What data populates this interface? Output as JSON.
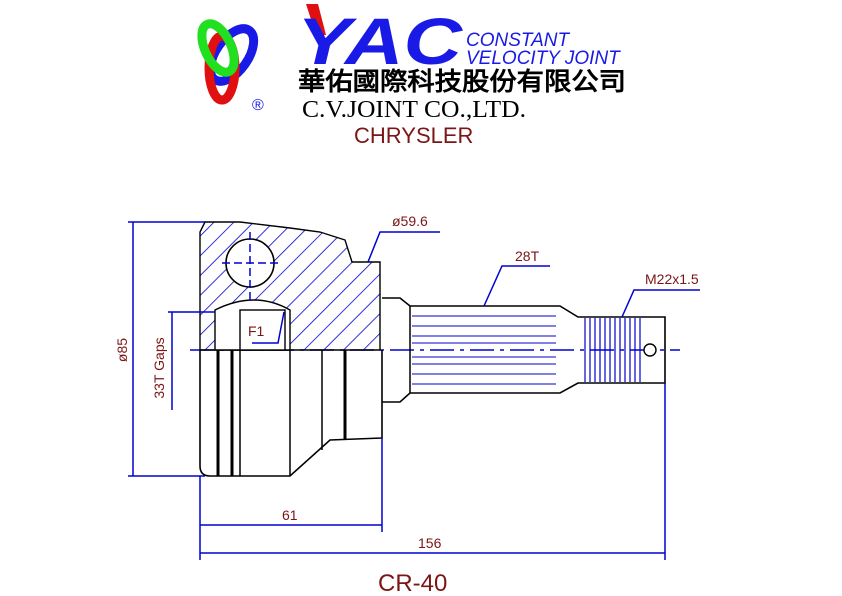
{
  "logo": {
    "brand": "YAC",
    "tagline_line1": "CONSTANT",
    "tagline_line2": "VELOCITY JOINT",
    "registered": "®",
    "company_chinese": "華佑國際科技股份有限公司",
    "company_english": "C.V.JOINT CO.,LTD."
  },
  "make": "CHRYSLER",
  "part_number": "CR-40",
  "dimensions": {
    "outer_diameter": "ø85",
    "shoulder_diameter": "ø59.6",
    "spline_teeth": "28T",
    "thread": "M22x1.5",
    "inner_gaps": "33T Gaps",
    "fit_label": "F1",
    "body_length": "61",
    "total_length": "156"
  },
  "colors": {
    "dimension_text": "#7a1616",
    "dimension_line": "#0000d0",
    "logo_blue": "#1a1ae6",
    "logo_red": "#e01010",
    "logo_green": "#20e020"
  }
}
